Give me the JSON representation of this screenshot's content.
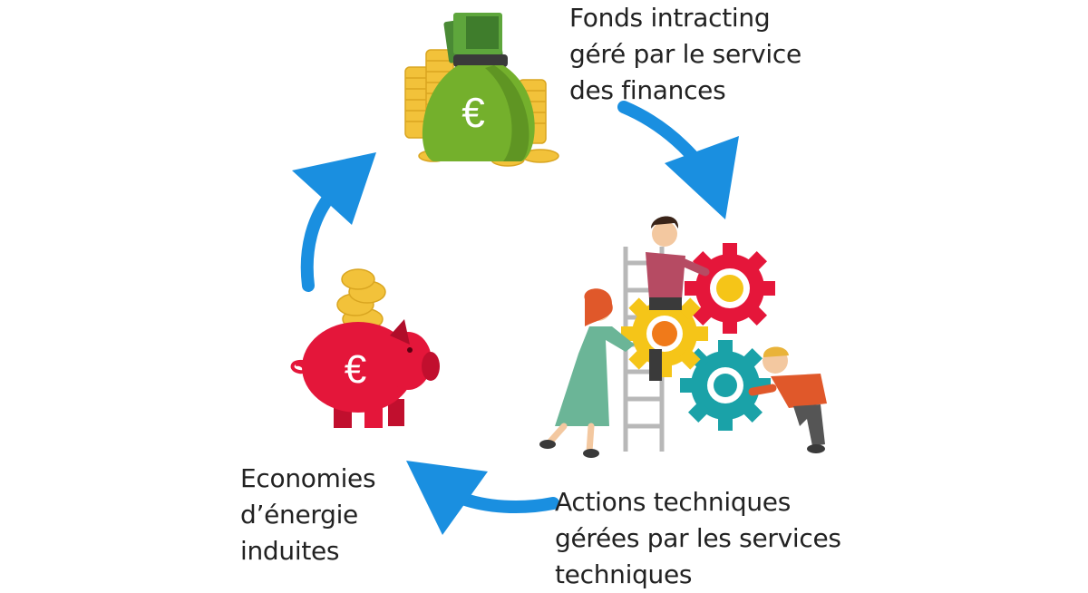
{
  "labels": {
    "funds": [
      "Fonds intracting",
      "géré par le service",
      "des finances"
    ],
    "actions": [
      "Actions techniques",
      "gérées par les services",
      "techniques"
    ],
    "savings": [
      "Economies",
      "d’énergie",
      "induites"
    ]
  },
  "symbols": {
    "money_bag": "€",
    "piggy_bank": "€"
  },
  "colors": {
    "arrow": "#1a8fe0",
    "money_bag": "#74b02c",
    "coins": "#f2c23a",
    "piggy": "#e4163a",
    "gear_red": "#e5163a",
    "gear_yellow": "#f5c518",
    "gear_teal": "#1aa2a8"
  },
  "icons": [
    "money-bag-icon",
    "piggy-bank-icon",
    "gears-team-icon"
  ]
}
